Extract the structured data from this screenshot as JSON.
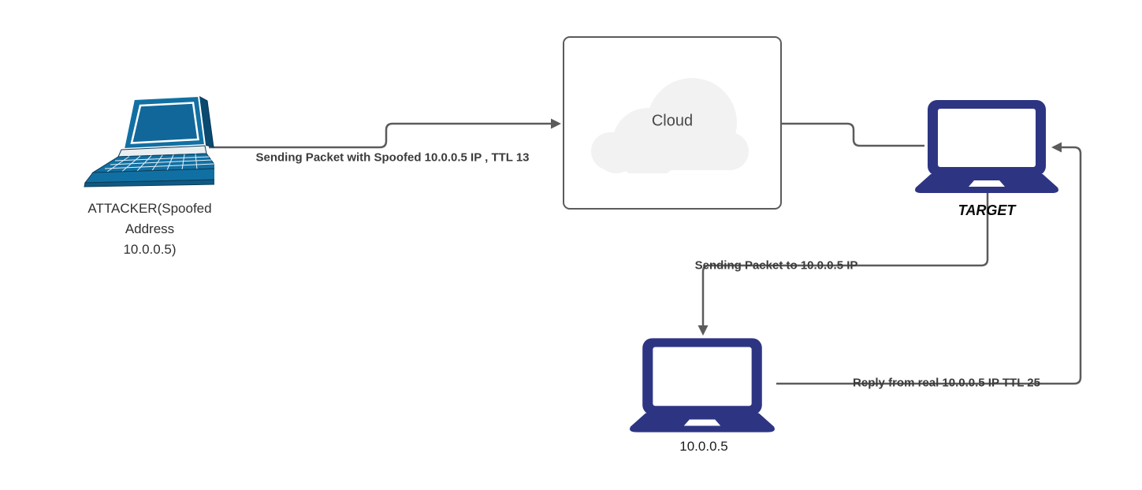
{
  "diagram_title": "IP spoofing / TTL probe network diagram",
  "nodes": {
    "attacker": {
      "label_lines": [
        "ATTACKER(Spoofed",
        "Address",
        "10.0.0.5)"
      ],
      "icon": "laptop-3d-blue"
    },
    "cloud": {
      "label": "Cloud",
      "icon": "cloud"
    },
    "target": {
      "label": "TARGET",
      "icon": "laptop-front-navy"
    },
    "real_host": {
      "label": "10.0.0.5",
      "icon": "laptop-front-navy"
    }
  },
  "edges": {
    "attacker_to_cloud": {
      "label": "Sending Packet with Spoofed 10.0.0.5 IP , TTL 13",
      "direction": "attacker → cloud"
    },
    "cloud_to_target": {
      "label": "",
      "direction": "cloud → target"
    },
    "target_to_real": {
      "label": "Sending Packet to 10.0.0.5 IP",
      "direction": "target → real 10.0.0.5 host"
    },
    "real_to_target": {
      "label": "Reply from real 10.0.0.5 IP TTL 25",
      "direction": "real 10.0.0.5 host → target"
    }
  },
  "colors": {
    "background": "#ffffff",
    "connector_gray": "#5b5b5b",
    "edge_label_text": "#3b3b3b",
    "laptop_navy": "#2d3583",
    "laptop_blue": "#1170a3",
    "laptop_blue_dark": "#0a4a70",
    "cloud_fill": "#f2f2f2",
    "cloud_text": "#494949",
    "box_border": "#5b5b5b"
  }
}
